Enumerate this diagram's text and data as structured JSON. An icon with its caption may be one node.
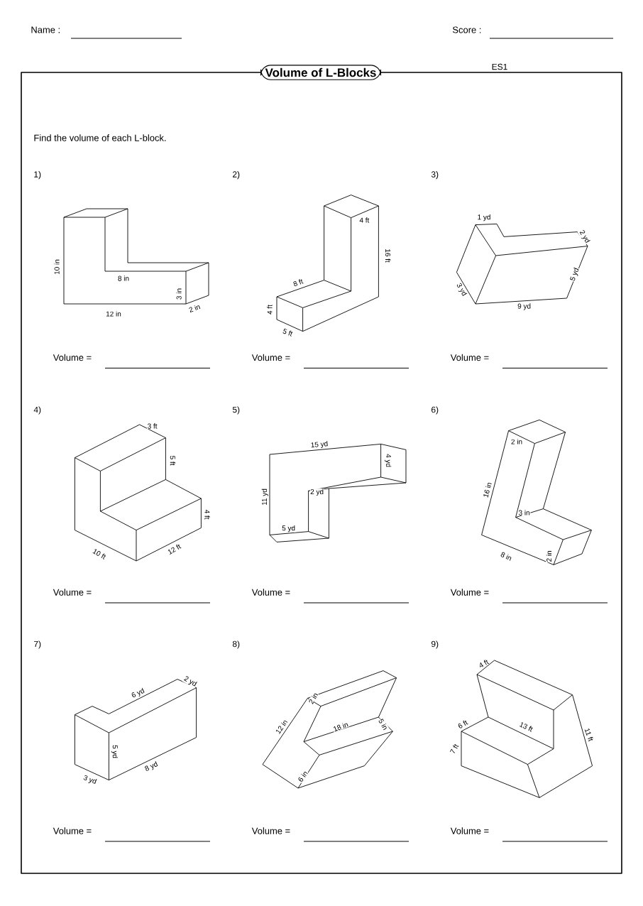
{
  "diagram": {
    "title": "Volume of L-Blocks",
    "labels": [
      "Name :",
      "Score :",
      "ES1",
      "Find the volume of each L-block.",
      "1)",
      "10 in",
      "8 in",
      "3 in",
      "12 in",
      "2 in",
      "Volume =",
      "2)",
      "4 ft",
      "16 ft",
      "8 ft",
      "4 ft",
      "5 ft",
      "Volume =",
      "3)",
      "1 yd",
      "2 yd",
      "5 yd",
      "9 yd",
      "3 yd",
      "Volume =",
      "4)",
      "3 ft",
      "5 ft",
      "4 ft",
      "10 ft",
      "12 ft",
      "Volume =",
      "5)",
      "15 yd",
      "4 yd",
      "11 yd",
      "2 yd",
      "5 yd",
      "Volume =",
      "6)",
      "2 in",
      "16 in",
      "3 in",
      "8 in",
      "2 in",
      "Volume =",
      "7)",
      "6 yd",
      "2 yd",
      "5 yd",
      "8 yd",
      "3 yd",
      "Volume =",
      "8)",
      "12 in",
      "2 in",
      "18 in",
      "5 in",
      "6 in",
      "Volume =",
      "9)",
      "4 ft",
      "6 ft",
      "13 ft",
      "11 ft",
      "7 ft",
      "Volume ="
    ]
  }
}
